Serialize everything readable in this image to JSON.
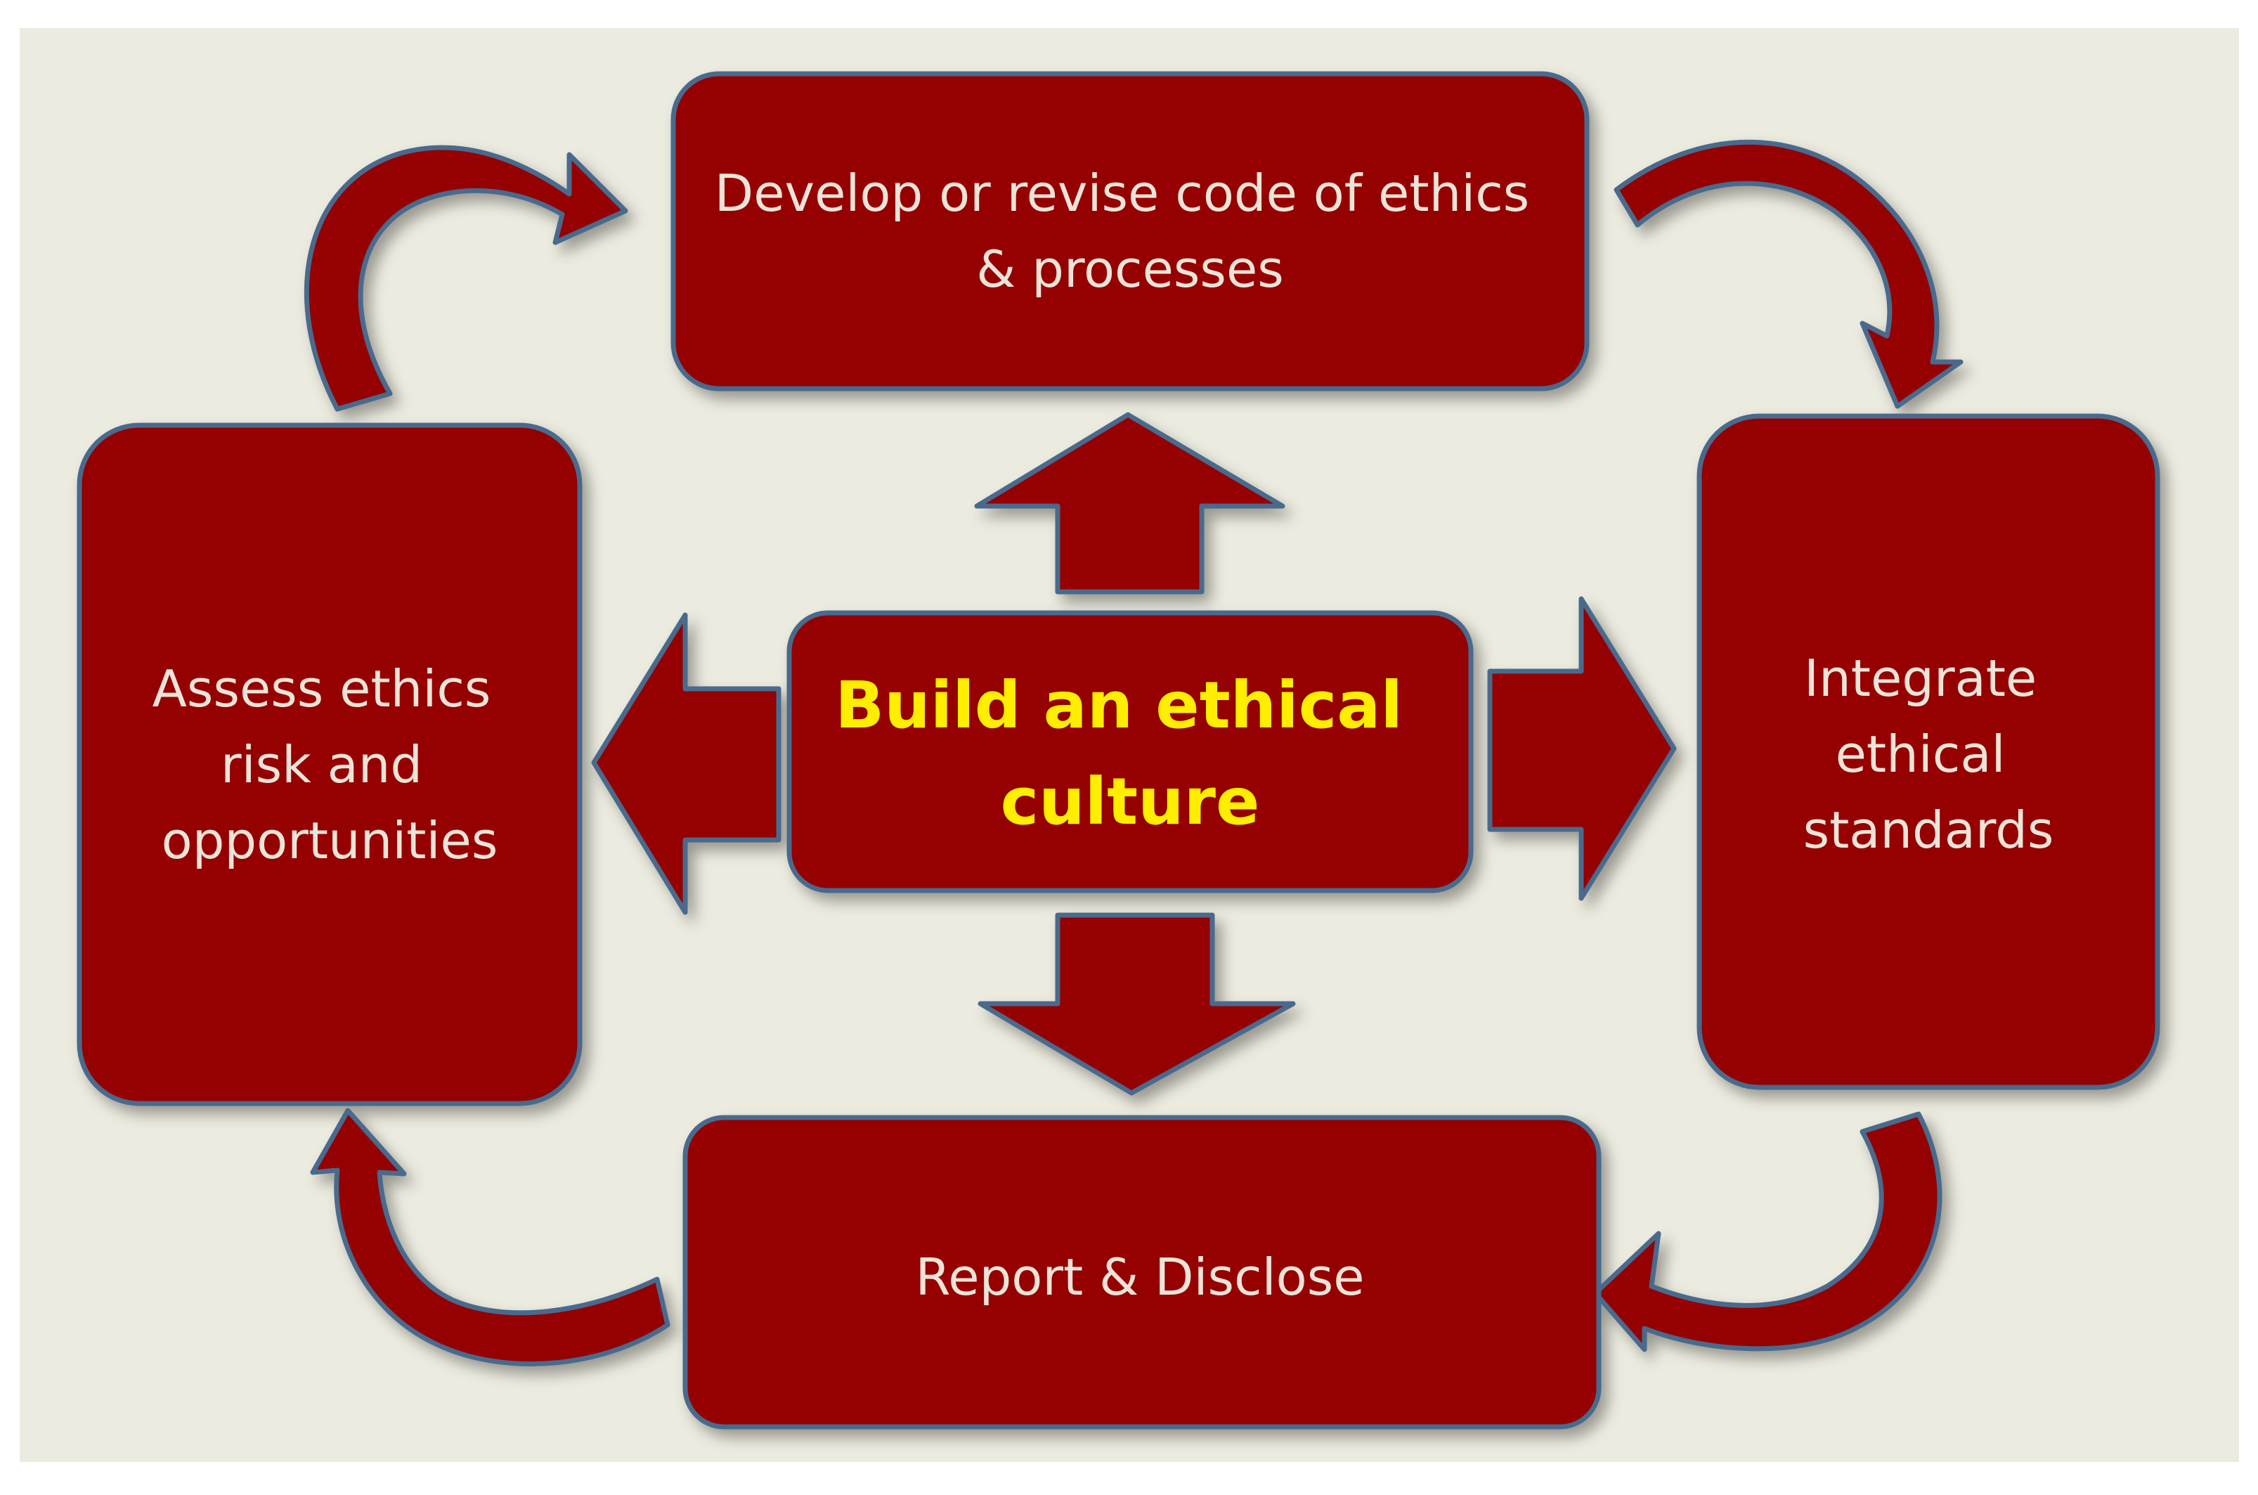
{
  "colors": {
    "page": "#ffffff",
    "panel": "#ecebdf",
    "box_fill": "#950000",
    "box_stroke": "#4a6a8c",
    "text_light": "#ece4d8",
    "text_center": "#ffee00"
  },
  "center": {
    "line1": "Build an ethical",
    "line2": "culture"
  },
  "boxes": {
    "top": {
      "line1": "Develop or revise code of ethics",
      "line2": "& processes"
    },
    "left": {
      "line1": "Assess ethics",
      "line2": "risk and",
      "line3": "opportunities"
    },
    "right": {
      "line1": "Integrate",
      "line2": "ethical",
      "line3": "standards"
    },
    "bottom": {
      "line1": "Report & Disclose"
    }
  },
  "arrows": {
    "center_to": [
      "top",
      "right",
      "bottom",
      "left"
    ],
    "cycle": [
      "left-to-top",
      "top-to-right",
      "right-to-bottom",
      "bottom-to-left"
    ]
  }
}
